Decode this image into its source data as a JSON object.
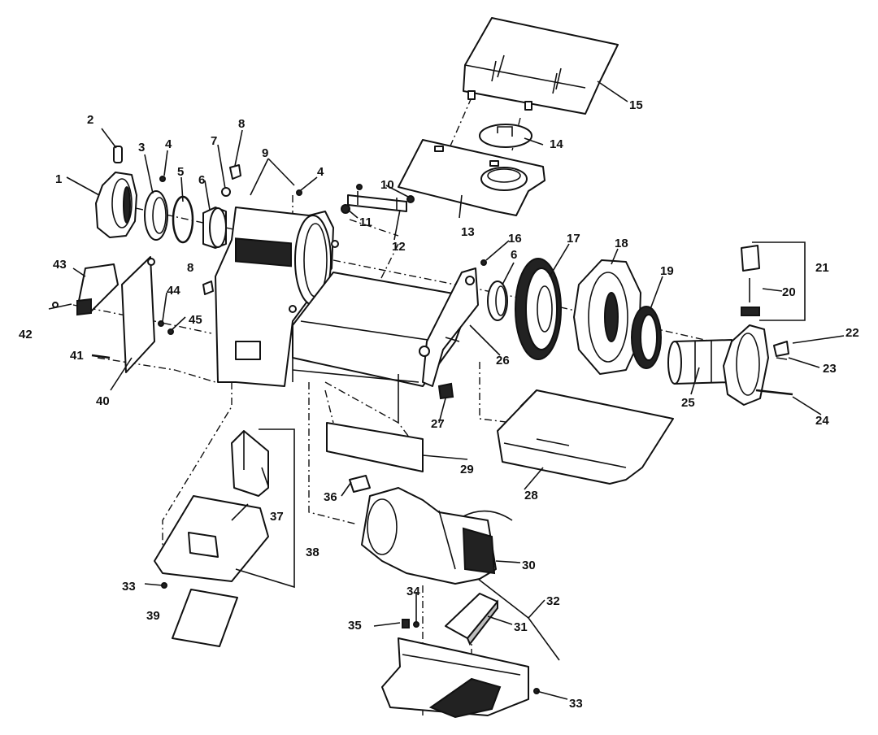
{
  "callouts": {
    "c1": "1",
    "c2": "2",
    "c3": "3",
    "c4a": "4",
    "c4b": "4",
    "c5": "5",
    "c6a": "6",
    "c6b": "6",
    "c7": "7",
    "c8a": "8",
    "c8b": "8",
    "c9": "9",
    "c10": "10",
    "c11": "11",
    "c12": "12",
    "c13": "13",
    "c14": "14",
    "c15": "15",
    "c16": "16",
    "c17": "17",
    "c18": "18",
    "c19": "19",
    "c20": "20",
    "c21": "21",
    "c22": "22",
    "c23": "23",
    "c24": "24",
    "c25": "25",
    "c26": "26",
    "c27": "27",
    "c28": "28",
    "c29": "29",
    "c30": "30",
    "c31": "31",
    "c32": "32",
    "c33a": "33",
    "c33b": "33",
    "c34": "34",
    "c35": "35",
    "c36": "36",
    "c37": "37",
    "c38": "38",
    "c39": "39",
    "c40": "40",
    "c41": "41",
    "c42": "42",
    "c43": "43",
    "c44": "44",
    "c45": "45"
  },
  "colors": {
    "line": "#111111",
    "fill": "#ffffff",
    "shade": "#bdbdbd",
    "dark": "#222222"
  }
}
